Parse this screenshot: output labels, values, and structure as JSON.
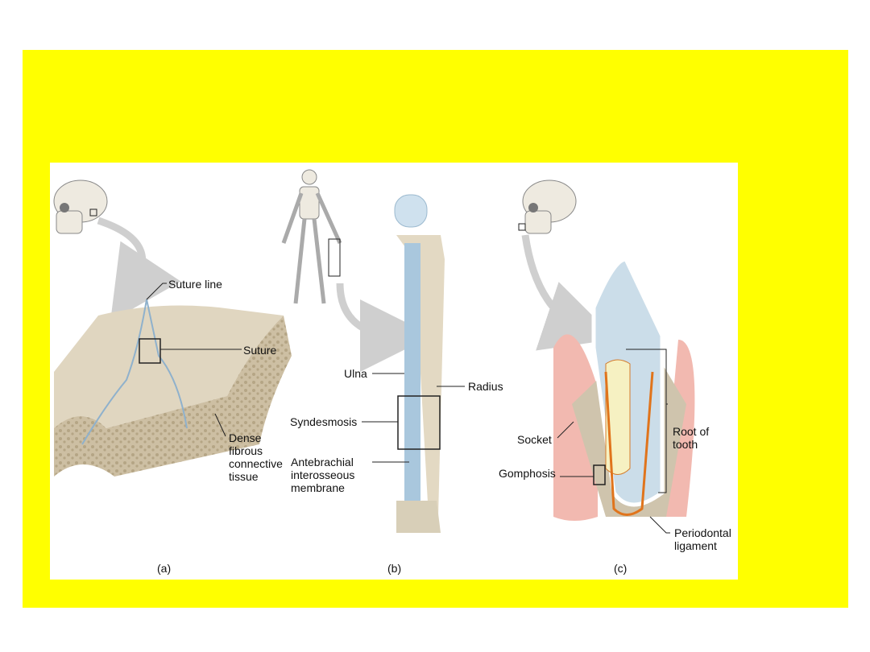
{
  "colors": {
    "slide_background": "#ffffff",
    "banner": "#ffff00",
    "bone": "#d8cfb8",
    "membrane": "#a9c7dd",
    "gum": "#f2b9b0",
    "ligament": "#e0741c"
  },
  "panels": [
    {
      "letter": "(a)",
      "labels": {
        "suture_line": "Suture line",
        "suture": "Suture",
        "dense_tissue": "Dense\nfibrous\nconnective\ntissue"
      }
    },
    {
      "letter": "(b)",
      "labels": {
        "ulna": "Ulna",
        "radius": "Radius",
        "syndesmosis": "Syndesmosis",
        "membrane": "Antebrachial\ninterosseous\nmembrane"
      }
    },
    {
      "letter": "(c)",
      "labels": {
        "socket": "Socket",
        "gomphosis": "Gomphosis",
        "root": "Root of\ntooth",
        "ligament": "Periodontal\nligament"
      }
    }
  ]
}
